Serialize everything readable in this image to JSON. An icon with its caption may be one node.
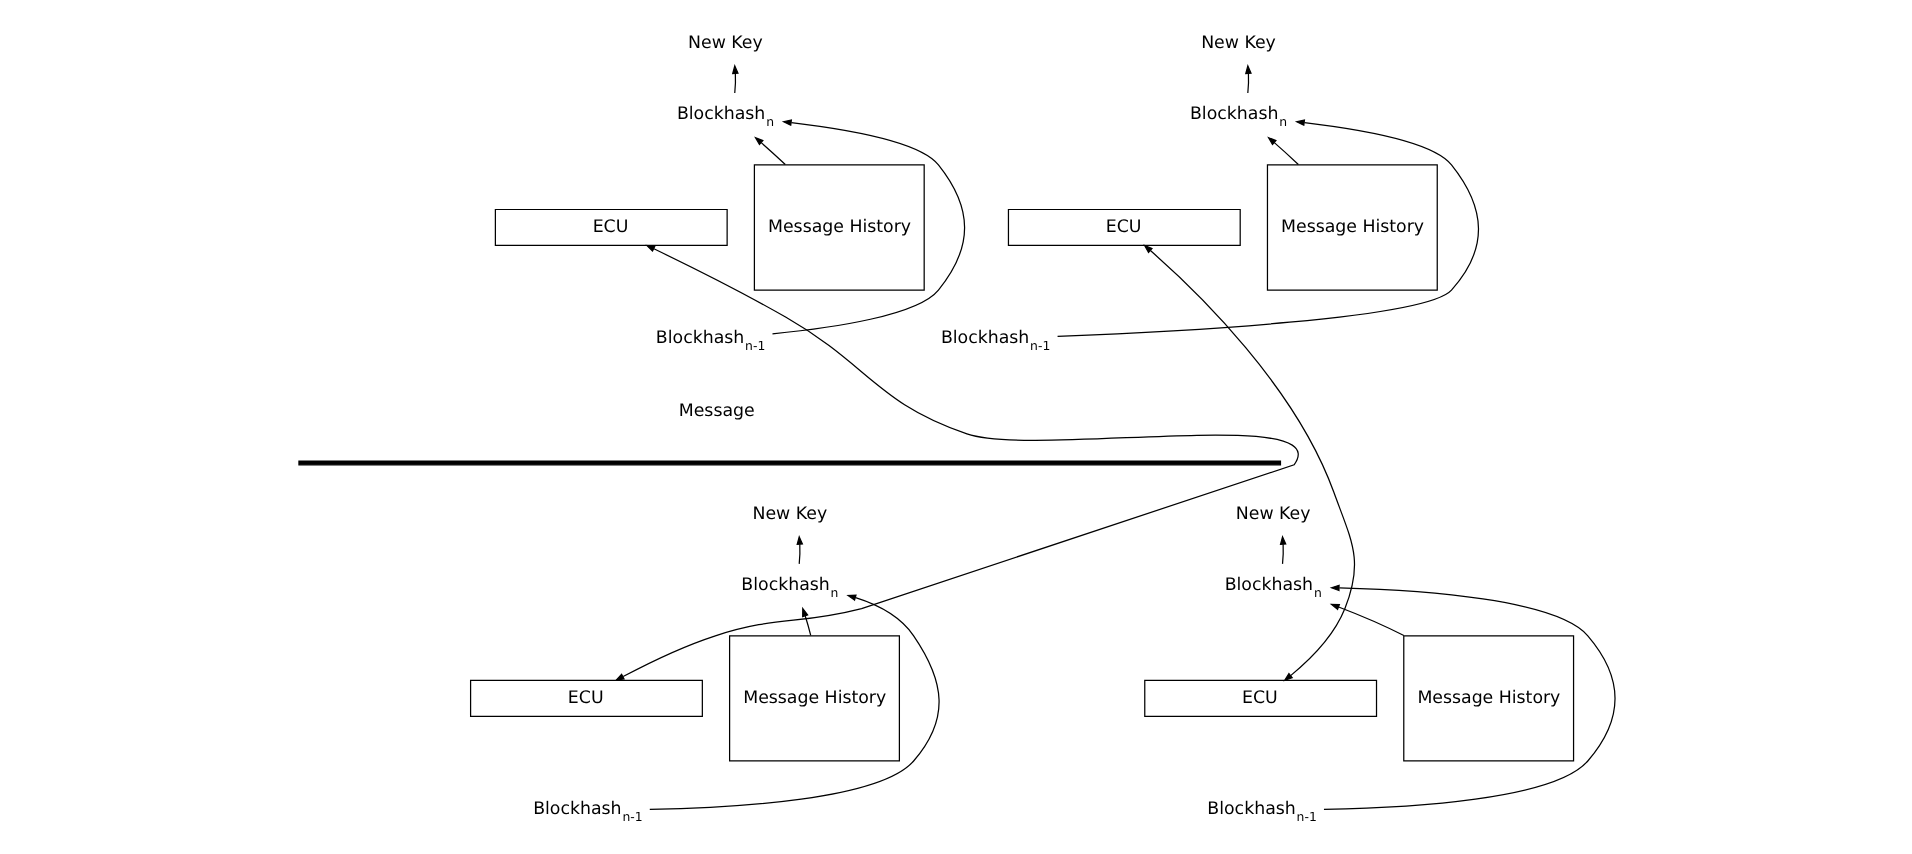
{
  "diagram": {
    "nodes": [
      {
        "text": [
          "New Key"
        ]
      },
      {
        "text": [
          "Blockhash$_{n}$"
        ]
      },
      {
        "text": [
          "ECU"
        ]
      },
      {
        "text": [
          "Message History"
        ]
      },
      {
        "text": [
          "Blockhash$_{n-1}$"
        ]
      },
      {
        "text": [
          "New Key"
        ]
      },
      {
        "text": [
          "Blockhash$_{n}$"
        ]
      },
      {
        "text": [
          "ECU"
        ]
      },
      {
        "text": [
          "Message History"
        ]
      },
      {
        "text": [
          "Blockhash$_{n-1}$"
        ]
      },
      {
        "text": [
          "New Key"
        ]
      },
      {
        "text": [
          "Blockhash$_{n}$"
        ]
      },
      {
        "text": [
          "ECU"
        ]
      },
      {
        "text": [
          "Message History"
        ]
      },
      {
        "text": [
          "Blockhash$_{n-1}$"
        ]
      },
      {
        "text": [
          "New Key"
        ]
      },
      {
        "text": [
          "Blockhash$_{n}$"
        ]
      },
      {
        "text": [
          "ECU"
        ]
      },
      {
        "text": [
          "Message History"
        ]
      },
      {
        "text": [
          "Blockhash$_{n-1}$"
        ]
      }
    ],
    "edges": [
      {
        "from": 4,
        "to": 1,
        "arrow": "to"
      },
      {
        "from": 3,
        "to": 1,
        "arrow": "to"
      },
      {
        "from": 1,
        "to": 0,
        "arrow": "to"
      },
      {
        "from": 9,
        "to": 6,
        "arrow": "to"
      },
      {
        "from": 8,
        "to": 6,
        "arrow": "to"
      },
      {
        "from": 6,
        "to": 5,
        "arrow": "to"
      },
      {
        "from": 2,
        "to": 12,
        "arrow": "both"
      },
      {
        "from": 7,
        "to": 17,
        "arrow": "both"
      },
      {
        "from": 14,
        "to": 11,
        "arrow": "to"
      },
      {
        "from": 13,
        "to": 11,
        "arrow": "to"
      },
      {
        "from": 11,
        "to": 10,
        "arrow": "to"
      },
      {
        "from": 19,
        "to": 16,
        "arrow": "to"
      },
      {
        "from": 18,
        "to": 16,
        "arrow": "to"
      },
      {
        "from": 16,
        "to": 15,
        "arrow": "to"
      }
    ],
    "labels": [
      "Message"
    ]
  }
}
